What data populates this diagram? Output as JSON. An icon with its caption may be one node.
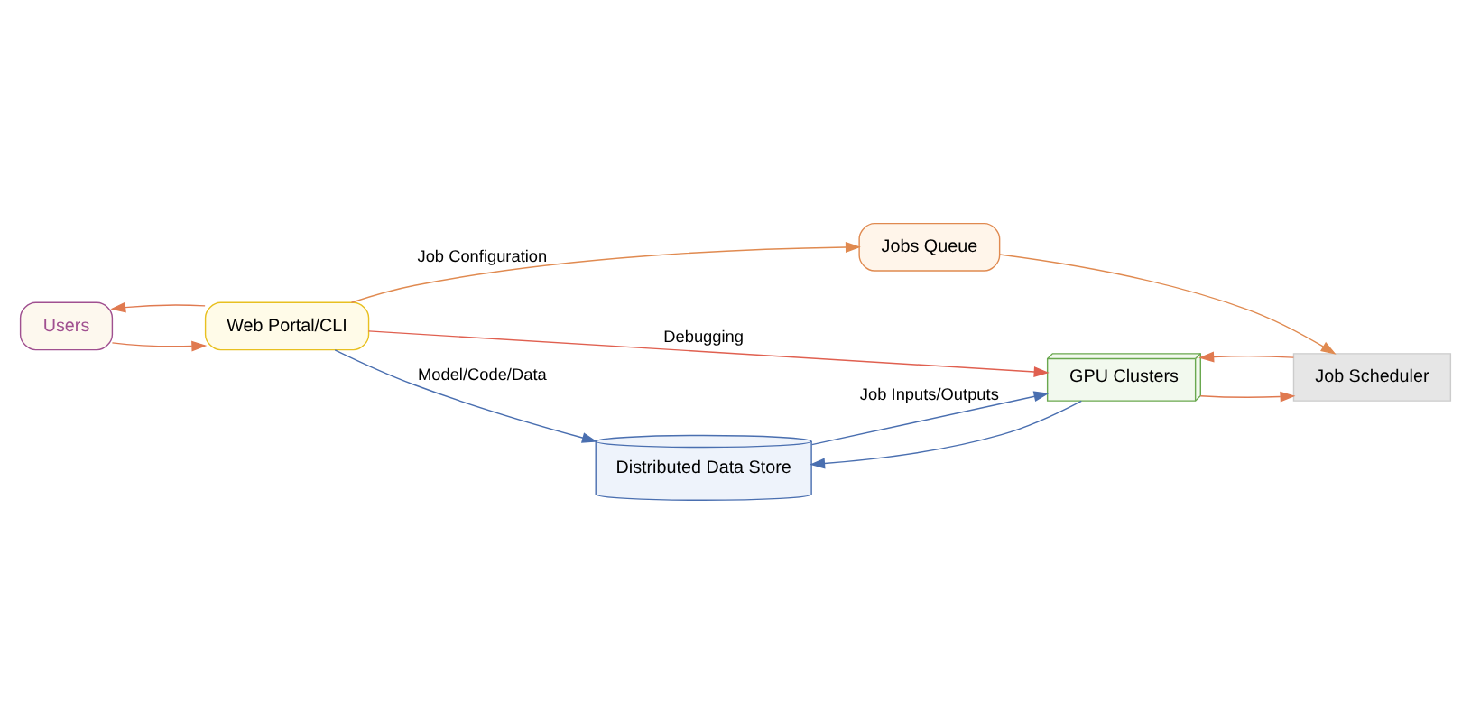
{
  "diagram": {
    "nodes": [
      {
        "text": [
          "Users"
        ]
      },
      {
        "text": [
          "Web Portal/CLI"
        ]
      },
      {
        "text": [
          "Jobs Queue"
        ]
      },
      {
        "text": [
          "GPU Clusters"
        ]
      },
      {
        "text": [
          "Job Scheduler"
        ]
      },
      {
        "text": [
          "Distributed Data Store"
        ]
      }
    ],
    "edges": [
      {
        "from": 0,
        "to": 1,
        "arrow": "to",
        "color": "#e07a50"
      },
      {
        "from": 1,
        "to": 0,
        "arrow": "to",
        "color": "#e07a50"
      },
      {
        "from": 1,
        "to": 2,
        "arrow": "to",
        "label": "Job Configuration",
        "color": "#e08a50"
      },
      {
        "from": 1,
        "to": 3,
        "arrow": "to",
        "label": "Debugging",
        "color": "#e06050"
      },
      {
        "from": 1,
        "to": 5,
        "arrow": "to",
        "label": "Model/Code/Data",
        "color": "#4a6fb0"
      },
      {
        "from": 2,
        "to": 4,
        "arrow": "to",
        "color": "#e08a50"
      },
      {
        "from": 4,
        "to": 3,
        "arrow": "to",
        "color": "#e07a50"
      },
      {
        "from": 3,
        "to": 4,
        "arrow": "to",
        "color": "#e07a50"
      },
      {
        "from": 5,
        "to": 3,
        "arrow": "to",
        "label": "Job Inputs/Outputs",
        "color": "#4a6fb0"
      },
      {
        "from": 3,
        "to": 5,
        "arrow": "to",
        "color": "#4a6fb0"
      }
    ]
  }
}
